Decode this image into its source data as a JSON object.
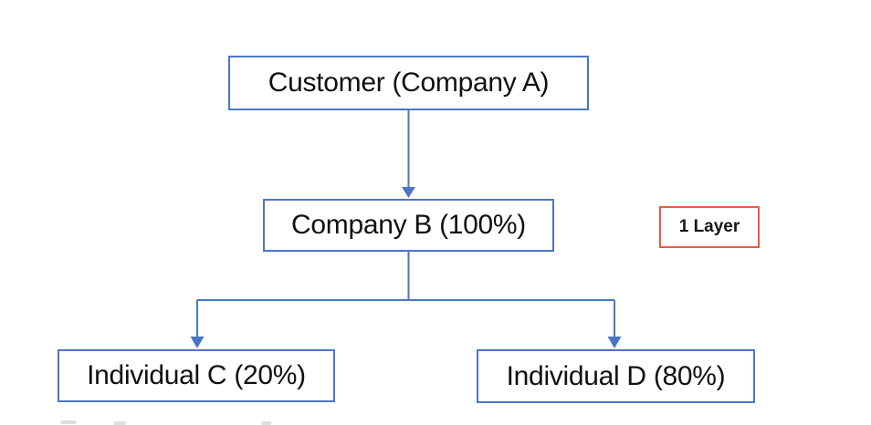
{
  "colors": {
    "node_border": "#4b76c5",
    "connector": "#4b76c5",
    "annotation_border": "#ed5847",
    "text": "#111111"
  },
  "nodes": {
    "customer": {
      "label": "Customer (Company A)"
    },
    "company_b": {
      "label": "Company B (100%)"
    },
    "individual_c": {
      "label": "Individual C (20%)"
    },
    "individual_d": {
      "label": "Individual D (80%)"
    }
  },
  "annotation": {
    "label": "1 Layer"
  },
  "edges": [
    {
      "from": "customer",
      "to": "company_b",
      "arrow": "down"
    },
    {
      "from": "company_b",
      "to": "individual_c",
      "arrow": "down"
    },
    {
      "from": "company_b",
      "to": "individual_d",
      "arrow": "down"
    }
  ]
}
